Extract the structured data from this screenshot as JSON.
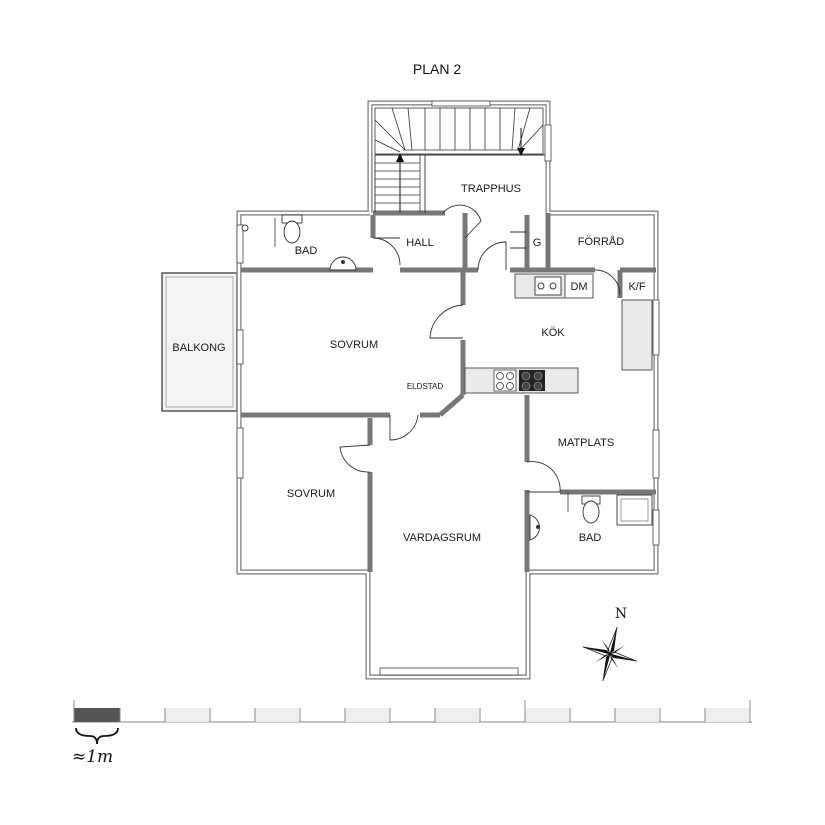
{
  "title": "PLAN 2",
  "rooms": {
    "trapphus": "TRAPPHUS",
    "hall": "HALL",
    "bad_upper": "BAD",
    "g": "G",
    "forrad": "FÖRRÅD",
    "dm": "DM",
    "kf": "K/F",
    "balkong": "BALKONG",
    "sovrum_upper": "SOVRUM",
    "kok": "KÖK",
    "eldstad": "ELDSTAD",
    "matplats": "MATPLATS",
    "sovrum_lower": "SOVRUM",
    "vardagsrum": "VARDAGSRUM",
    "bad_lower": "BAD"
  },
  "compass": {
    "north_label": "N"
  },
  "scale": {
    "label": "≈1m"
  },
  "colors": {
    "wall": "#777777",
    "scale_dark": "#555555",
    "scale_light": "#eeeeee"
  }
}
